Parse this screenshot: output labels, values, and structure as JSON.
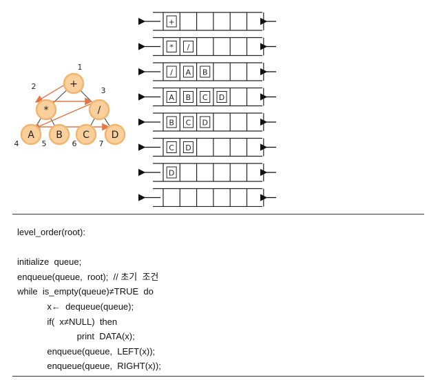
{
  "tree": {
    "nodes": [
      {
        "label": "+",
        "order": "1"
      },
      {
        "label": "*",
        "order": "2"
      },
      {
        "label": "/",
        "order": "3"
      },
      {
        "label": "A",
        "order": "4"
      },
      {
        "label": "B",
        "order": "5"
      },
      {
        "label": "C",
        "order": "6"
      },
      {
        "label": "D",
        "order": "7"
      }
    ],
    "node_fill": "#f9cf9b",
    "node_stroke": "#f0b56e",
    "arrow_color": "#e0784a"
  },
  "queue_states": [
    [
      "+"
    ],
    [
      "*",
      "/"
    ],
    [
      "/",
      "A",
      "B"
    ],
    [
      "A",
      "B",
      "C",
      "D"
    ],
    [
      "B",
      "C",
      "D"
    ],
    [
      "C",
      "D"
    ],
    [
      "D"
    ],
    []
  ],
  "code_lines": [
    "level_order(root):",
    "",
    "initialize  queue;",
    "enqueue(queue,  root);  // 초기  조건",
    "while  is_empty(queue)≠TRUE  do",
    "            x←  dequeue(queue);",
    "            if(  x≠NULL)  then",
    "                        print  DATA(x);",
    "            enqueue(queue,  LEFT(x));",
    "            enqueue(queue,  RIGHT(x));"
  ]
}
